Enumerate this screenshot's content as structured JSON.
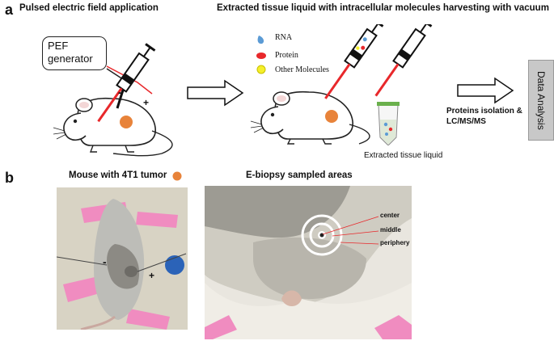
{
  "panel_a": {
    "letter": "a",
    "left_title": "Pulsed electric field application",
    "right_title": "Extracted tissue liquid with intracellular molecules harvesting with vacuum",
    "generator_label": "PEF generator",
    "electrode_minus": "-",
    "electrode_plus": "+",
    "legend": [
      {
        "label": "RNA",
        "color": "#5b9bd5"
      },
      {
        "label": "Protein",
        "color": "#e8282b"
      },
      {
        "label": "Other Molecules",
        "color": "#f5ef2a"
      }
    ],
    "tube_caption": "Extracted tissue liquid",
    "step_caption_line1": "Proteins isolation &",
    "step_caption_line2": "LC/MS/MS",
    "data_box_label": "Data Analysis"
  },
  "panel_b": {
    "letter": "b",
    "left_title": "Mouse with 4T1 tumor",
    "right_title": "E-biopsy sampled areas",
    "photo_minus": "-",
    "photo_plus": "+",
    "region_labels": [
      "center",
      "middle",
      "periphery"
    ]
  },
  "colors": {
    "tumor": "#e8833a",
    "syringe_red": "#e8282b",
    "pink_tape": "#f08cc0"
  }
}
